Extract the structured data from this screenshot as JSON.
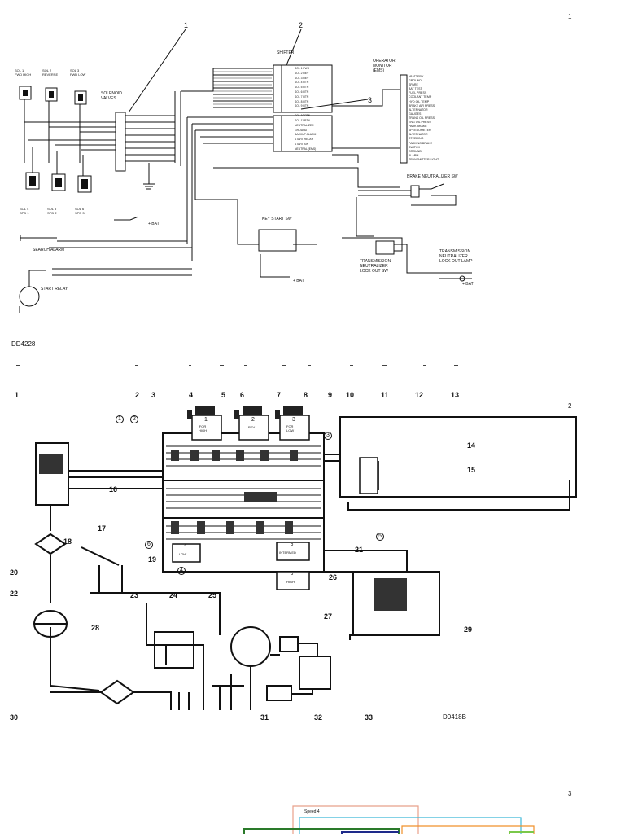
{
  "pages": {
    "one": "1",
    "two": "2",
    "three": "3"
  },
  "diagram_one": {
    "figure_id": "DD4228",
    "callouts": [
      "1",
      "2",
      "3"
    ],
    "labels": {
      "shifter": "SHIFTER",
      "operator_monitor": "OPERATOR\nMONITOR\n(EMS)",
      "solenoid_valves": "SOLENOID\nVALVES",
      "key_start_sw": "KEY START SW",
      "start_relay": "START RELAY",
      "search_alarm": "SEARCH ALARM",
      "bat_plus": "+ BAT",
      "brake_switch": "BRAKE NEUTRALIZER SW",
      "trans_lockout": "TRANSMISSION\nNEUTRALIZER\nLOCK OUT SW",
      "trans_lockout_lamp": "TRANSMISSION\nNEUTRALIZER\nLOCK OUT LAMP",
      "sol1": "SOL 1\nFWD HIGH",
      "sol2": "SOL 2\nREVERSE",
      "sol3": "SOL 3\nFWD LOW",
      "sol4": "SOL 4\nSPD 1",
      "sol5": "SOL 5\nSPD 2",
      "sol6": "SOL 6\nSPD 3"
    },
    "shifter_pins": [
      "SOL 1 FWD",
      "SOL 2 REV",
      "SOL 3 REV",
      "SOL 4 RTN",
      "SOL 5 RTN",
      "SOL 6 RTN",
      "SOL 7 RTN",
      "SOL 8 RTN",
      "SOL 9 RTN",
      "SOL 10 RTN",
      "SOL 11 RTN",
      "NEUTRALIZER",
      "GROUND",
      "BACKUP ALARM",
      "START RELAY",
      "START SW",
      "NEUTRAL (EMS)"
    ],
    "monitor_pins": [
      "+BATTERY",
      "GROUND",
      "SPARE",
      "BAT TEST",
      "FUEL PRESS",
      "COOLANT TEMP",
      "HYD OIL TEMP",
      "BRAKE AIR PRESS",
      "ALTERNATOR",
      "GAUGES",
      "TRANS OIL PRESS",
      "ENG OIL PRESS",
      "PARK BRAKE",
      "SPEEDOMETER",
      "ALTERNATOR",
      "STEERING",
      "PARKING BRAKE",
      "SWITCH",
      "GROUND",
      "ALARM",
      "TRANSMITTER LIGHT"
    ]
  },
  "diagram_two": {
    "figure_id": "D0418B",
    "callouts": [
      "1",
      "2",
      "3",
      "4",
      "5",
      "6",
      "7",
      "8",
      "9",
      "10",
      "11",
      "12",
      "13",
      "14",
      "15",
      "16",
      "17",
      "18",
      "19",
      "20",
      "21",
      "22",
      "23",
      "24",
      "25",
      "26",
      "27",
      "28",
      "29",
      "30",
      "31",
      "32",
      "33"
    ],
    "circled_refs": [
      "1",
      "2",
      "3",
      "4",
      "5",
      "6"
    ],
    "solenoid_labels": [
      {
        "num": "1",
        "text": "FOR\nHIGH"
      },
      {
        "num": "2",
        "text": "REV"
      },
      {
        "num": "3",
        "text": "FOR\nLOW"
      },
      {
        "num": "4",
        "text": "LOW"
      },
      {
        "num": "5",
        "text": "INTERMED"
      },
      {
        "num": "6",
        "text": "HIGH"
      }
    ]
  },
  "diagram_three": {
    "labels": {
      "speed4": "Speed 4"
    },
    "colors": {
      "salmon": "#e8a08a",
      "cyan": "#3bb8d8",
      "green": "#2a7a2a",
      "navy": "#1e2a8a",
      "orange": "#f0902a",
      "lime": "#7ac84a"
    }
  }
}
